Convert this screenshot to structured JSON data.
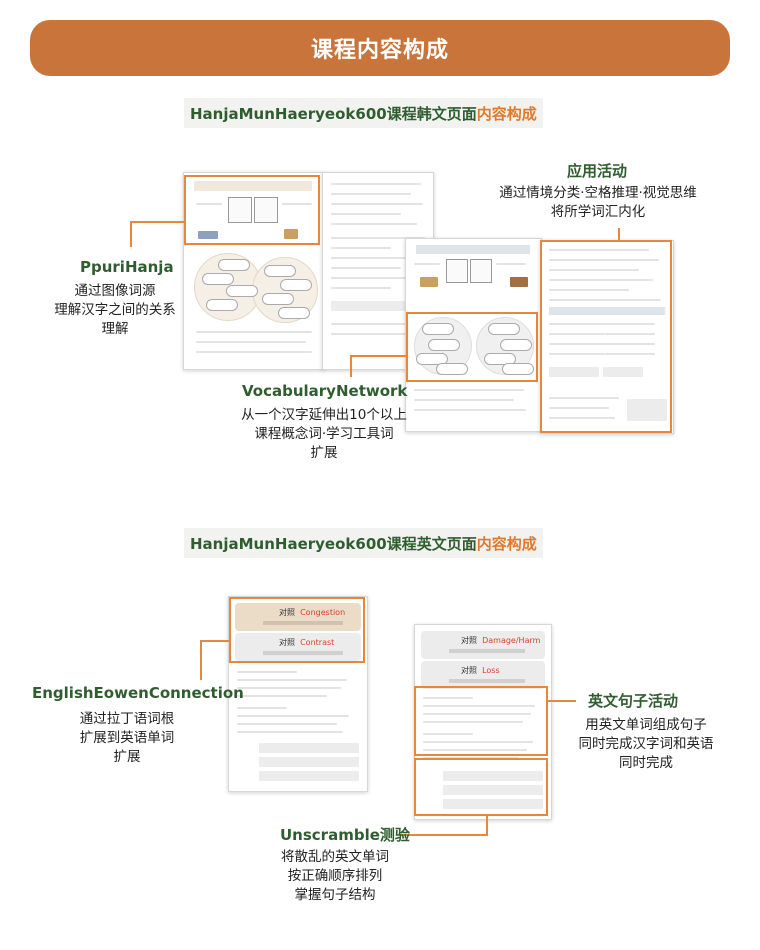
{
  "banner": {
    "title": "课程内容构成"
  },
  "section1": {
    "title_prefix": "HanjaMunHaeryeok600课程韩文页面",
    "title_highlight": "内容构成",
    "callouts": {
      "ppuri": {
        "title": "PpuriHanja",
        "lines": [
          "通过图像词源",
          "理解汉字之间的关系",
          "理解"
        ]
      },
      "vocab": {
        "title": "VocabularyNetwork",
        "lines": [
          "从一个汉字延伸出10个以上",
          "课程概念词·学习工具词",
          "扩展"
        ]
      },
      "apply": {
        "title": "应用活动",
        "lines": [
          "通过情境分类·空格推理·视觉思维",
          "将所学词汇内化"
        ]
      }
    }
  },
  "section2": {
    "title_prefix": "HanjaMunHaeryeok600课程英文页面",
    "title_highlight": "内容构成",
    "callouts": {
      "english": {
        "title": "EnglishEowenConnection",
        "lines": [
          "通过拉丁语词根",
          "扩展到英语单词",
          "扩展"
        ]
      },
      "sentence": {
        "title": "英文句子活动",
        "lines": [
          "用英文单词组成句子",
          "同时完成汉字词和英语",
          "同时完成"
        ]
      },
      "unscramble": {
        "title": "Unscramble测验",
        "lines": [
          "将散乱的英文单词",
          "按正确顺序排列",
          "掌握句子结构"
        ]
      }
    },
    "cards": {
      "left_top": {
        "ko": "对照",
        "en": "Congestion"
      },
      "left_bottom": {
        "ko": "对照",
        "en": "Contrast"
      },
      "right_top": {
        "ko": "对照",
        "en": "Damage/Harm"
      },
      "right_bottom": {
        "ko": "对照",
        "en": "Loss"
      }
    }
  },
  "colors": {
    "accent": "#e8863a",
    "banner": "#c8743a",
    "green": "#2f5d2f",
    "highlight": "#e07a2a"
  }
}
